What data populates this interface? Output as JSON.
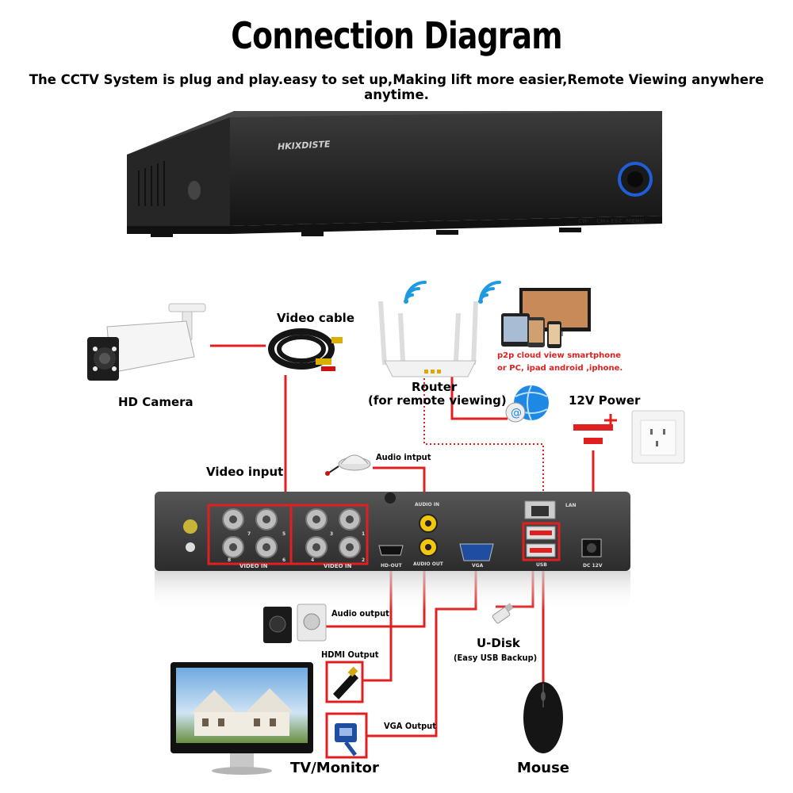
{
  "title": "Connection Diagram",
  "subtitle": "The CCTV System is plug and play.easy to set up,Making lift more easier,Remote Viewing anywhere anytime.",
  "dvr": {
    "brand": "HKIXDISTE",
    "buttons": [
      "CH-",
      "CH+",
      "ESC",
      "MENU"
    ]
  },
  "back_panel": {
    "video_in_left": "VIDEO IN",
    "video_in_right": "VIDEO IN",
    "audio_in": "AUDIO IN",
    "audio_out": "AUDIO OUT",
    "hdmi": "HD-OUT",
    "vga": "VGA",
    "lan": "LAN",
    "usb": "USB",
    "dc": "DC 12V",
    "bnc_numbers": [
      "8",
      "7",
      "6",
      "5",
      "4",
      "3",
      "2",
      "1"
    ]
  },
  "labels": {
    "hd_camera": "HD Camera",
    "video_cable": "Video cable",
    "router": "Router",
    "router_sub": "(for remote viewing)",
    "p2p_line1": "p2p cloud  view smartphone",
    "p2p_line2": "or PC, ipad android ,iphone.",
    "power": "12V Power",
    "video_input": "Video input",
    "audio_input": "Audio intput",
    "audio_output": "Audio output",
    "hdmi_output": "HDMI Output",
    "vga_output": "VGA Output",
    "udisk": "U-Disk",
    "udisk_sub": "(Easy USB Backup)",
    "tv_monitor": "TV/Monitor",
    "mouse": "Mouse"
  },
  "colors": {
    "wire": "#e02020",
    "dvr_body": "#2b2b2b",
    "panel": "#3a3a3a",
    "accent": "#1e5fd8"
  }
}
